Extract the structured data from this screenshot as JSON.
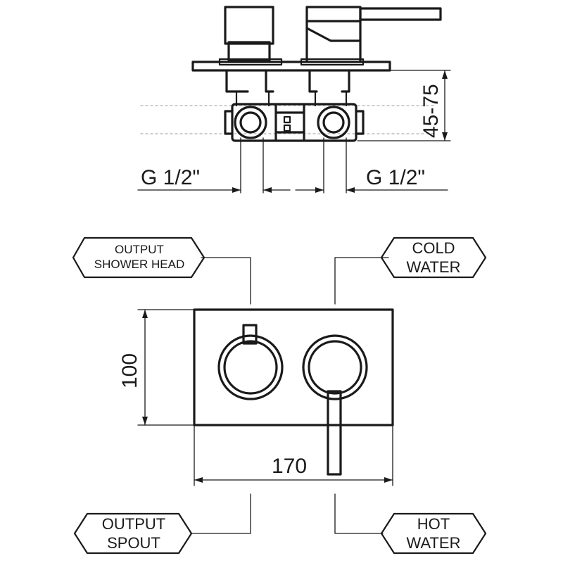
{
  "top_view": {
    "depth_label": "45-75",
    "thread_left_label": "G 1/2\"",
    "thread_right_label": "G 1/2\""
  },
  "front_view": {
    "height_label": "100",
    "width_label": "170"
  },
  "callouts": {
    "output_shower_head": [
      "OUTPUT",
      "SHOWER HEAD"
    ],
    "cold_water": [
      "COLD",
      "WATER"
    ],
    "output_spout": [
      "OUTPUT",
      "SPOUT"
    ],
    "hot_water": [
      "HOT",
      "WATER"
    ]
  }
}
